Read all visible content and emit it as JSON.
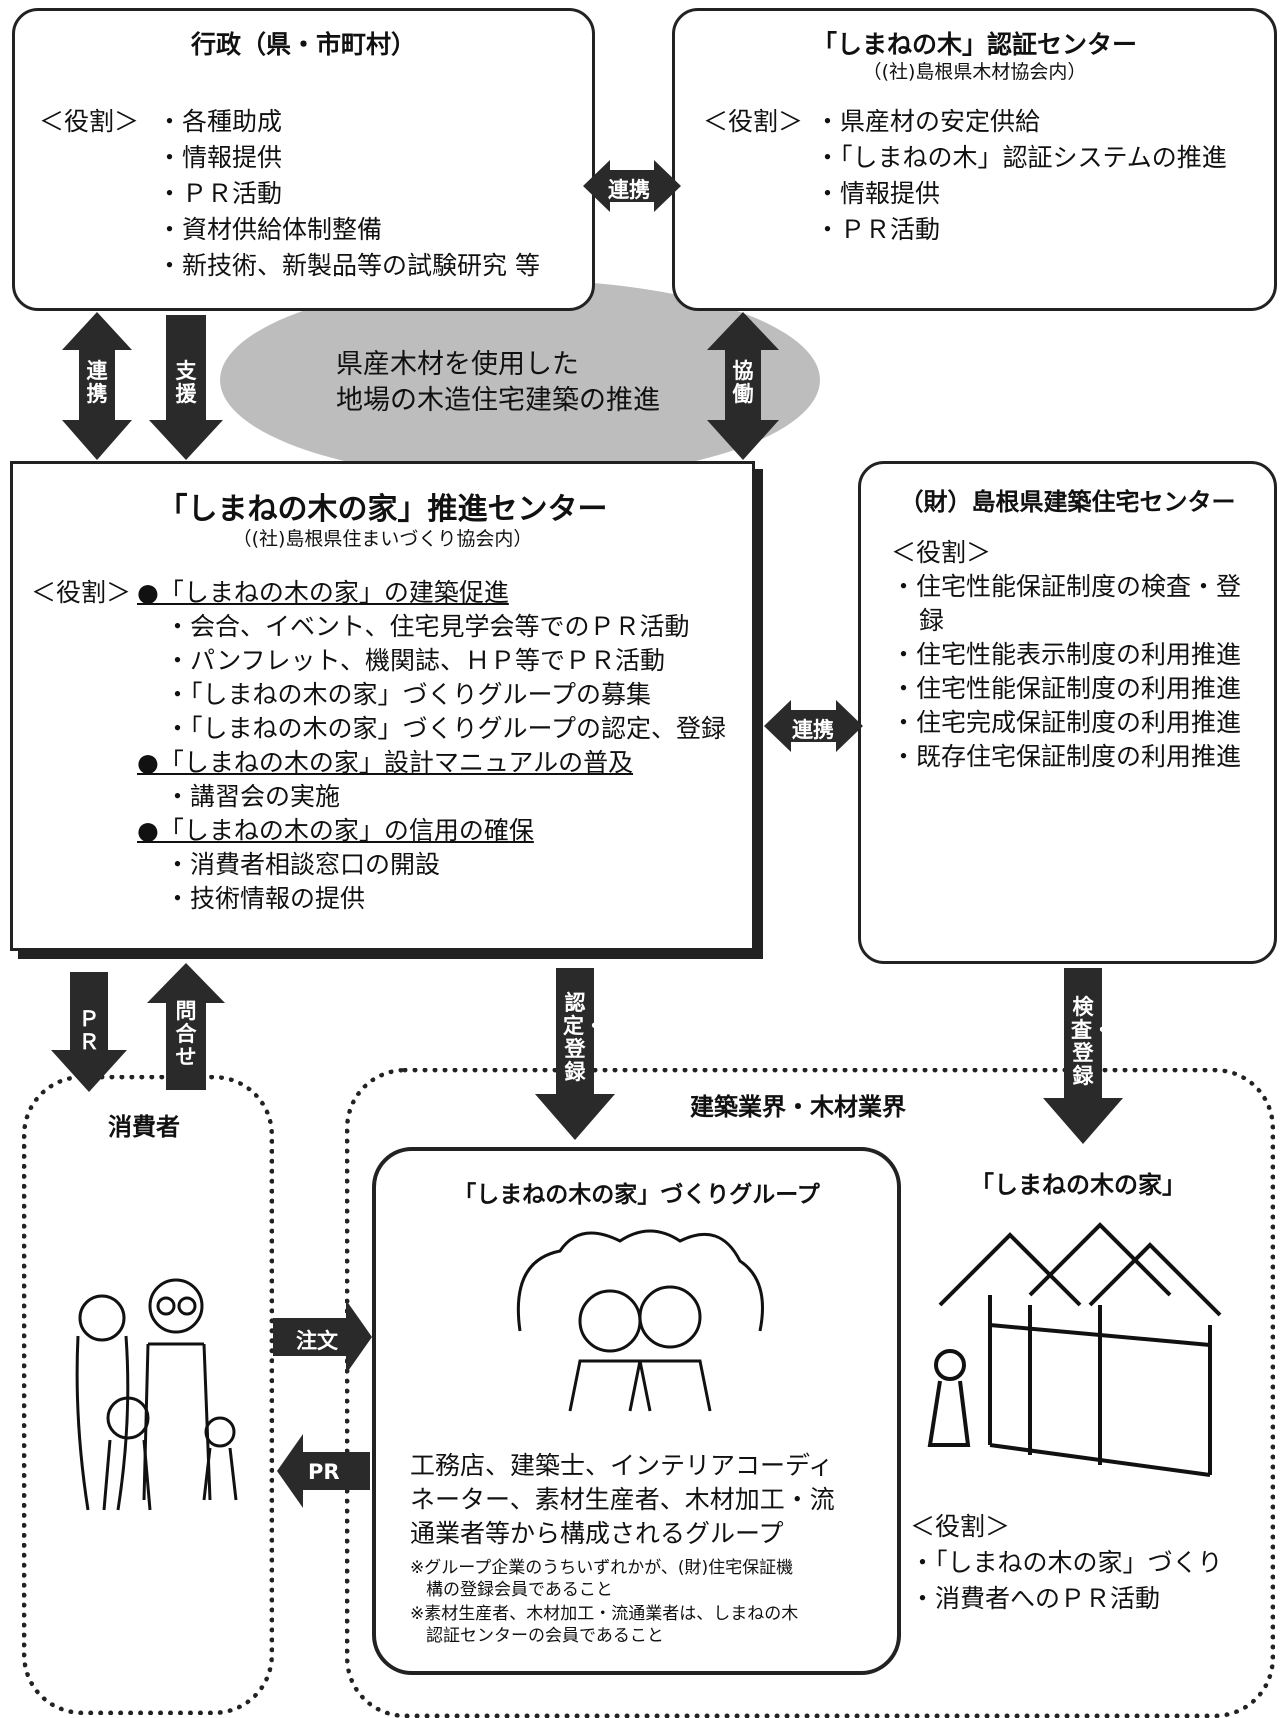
{
  "gov": {
    "title": "行政（県・市町村）",
    "role_label": "＜役割＞",
    "items": [
      "・各種助成",
      "・情報提供",
      "・ＰＲ活動",
      "・資材供給体制整備",
      "・新技術、新製品等の試験研究 等"
    ]
  },
  "cert": {
    "title": "「しまねの木」認証センター",
    "sub": "（(社)島根県木材協会内）",
    "role_label": "＜役割＞",
    "items": [
      "・県産材の安定供給",
      "・「しまねの木」認証システムの推進",
      "・情報提供",
      "・ＰＲ活動"
    ]
  },
  "cloud_text": [
    "県産木材を使用した",
    "地場の木造住宅建築の推進"
  ],
  "center": {
    "title": "「しまねの木の家」推進センター",
    "sub": "（(社)島根県住まいづくり協会内）",
    "role_label": "＜役割＞",
    "sections": [
      {
        "heading": "●「しまねの木の家」の建築促進",
        "items": [
          "・会合、イベント、住宅見学会等でのＰＲ活動",
          "・パンフレット、機関誌、ＨＰ等でＰＲ活動",
          "・「しまねの木の家」づくりグループの募集",
          "・「しまねの木の家」づくりグループの認定、登録"
        ]
      },
      {
        "heading": "●「しまねの木の家」設計マニュアルの普及",
        "items": [
          "・講習会の実施"
        ]
      },
      {
        "heading": "●「しまねの木の家」の信用の確保",
        "items": [
          "・消費者相談窓口の開設",
          "・技術情報の提供"
        ]
      }
    ]
  },
  "housing": {
    "title": "（財）島根県建築住宅センター",
    "role_label": "＜役割＞",
    "items": [
      "・住宅性能保証制度の検査・登",
      "録",
      "・住宅性能表示制度の利用推進",
      "・住宅性能保証制度の利用推進",
      "・住宅完成保証制度の利用推進",
      "・既存住宅保証制度の利用推進"
    ]
  },
  "arrows": {
    "renkei_top": "連携",
    "renkei_left": "連携",
    "shien": "支援",
    "kyodo": "協働",
    "renkei_mid": "連携",
    "pr_down": "ＰＲ",
    "toiawase": "問合せ",
    "nintei": "認定・登録",
    "kensa": "検査・登録",
    "order": "注文",
    "pr_left": "PR"
  },
  "consumer": {
    "title": "消費者"
  },
  "industry": {
    "title": "建築業界・木材業界"
  },
  "group": {
    "title": "「しまねの木の家」づくりグループ",
    "desc": [
      "工務店、建築士、インテリアコーディ",
      "ネーター、素材生産者、木材加工・流",
      "通業者等から構成されるグループ"
    ],
    "notes": [
      "※グループ企業のうちいずれかが、(財)住宅保証機",
      "構の登録会員であること",
      "※素材生産者、木材加工・流通業者は、しまねの木",
      "認証センターの会員であること"
    ]
  },
  "house": {
    "title": "「しまねの木の家」",
    "role_label": "＜役割＞",
    "items": [
      "・「しまねの木の家」づくり",
      "・消費者へのＰＲ活動"
    ]
  },
  "colors": {
    "arrow": "#2a2a2a",
    "cloud": "#bdbdbd",
    "border": "#222222"
  }
}
